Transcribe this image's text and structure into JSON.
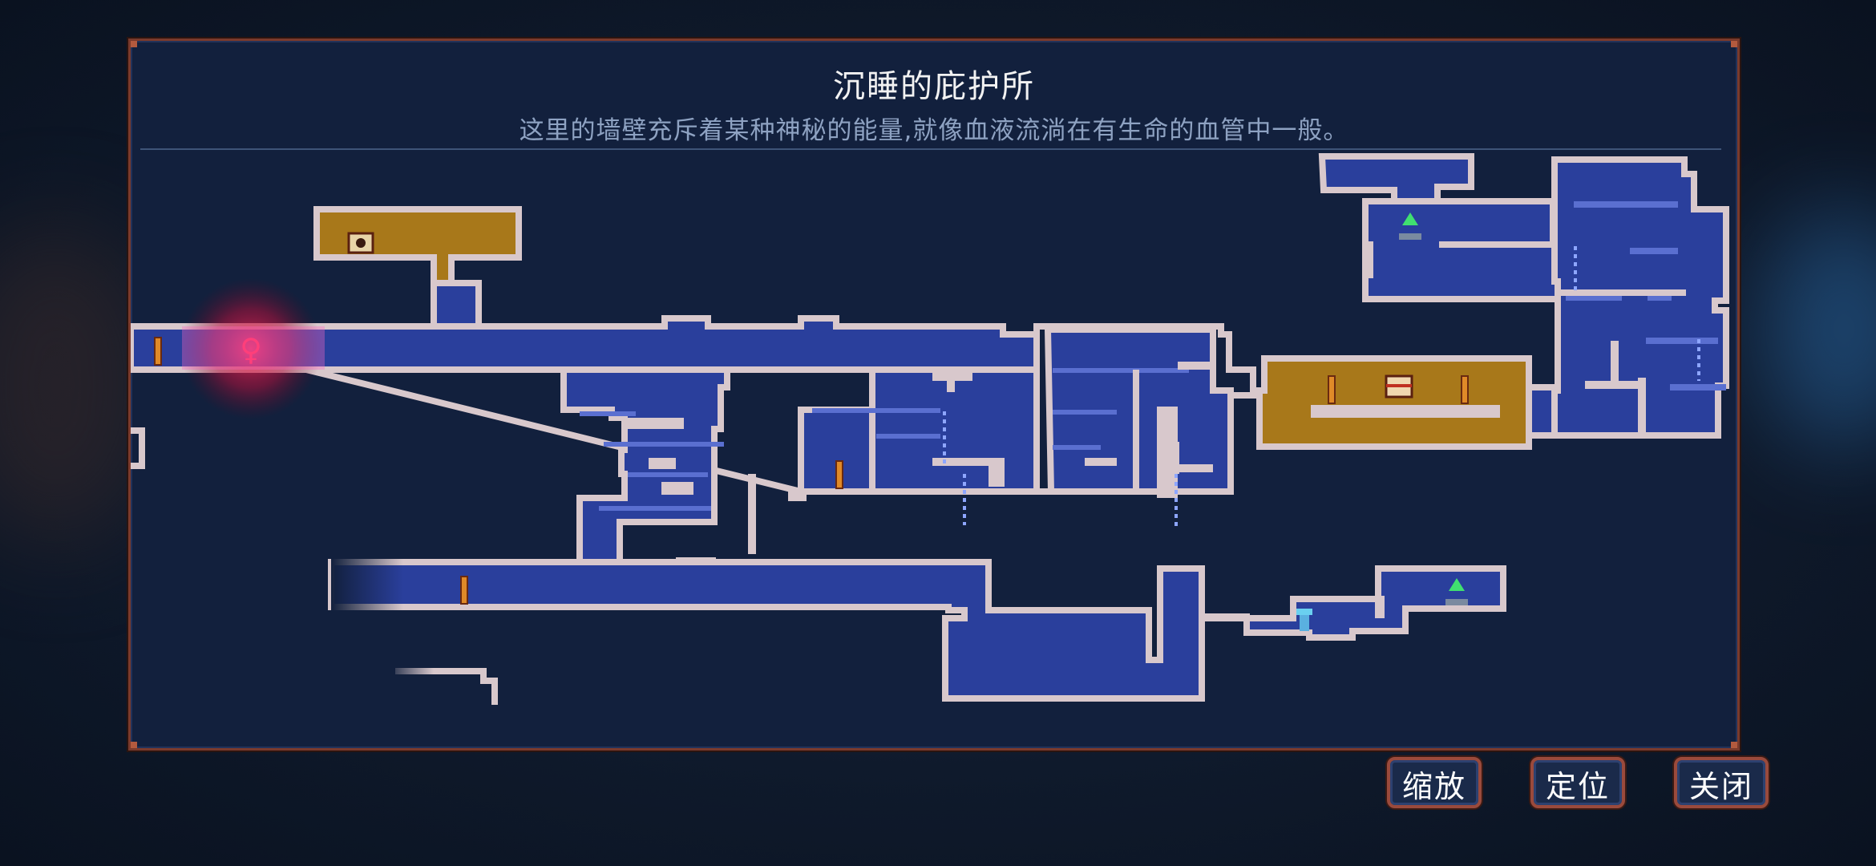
{
  "map_window": {
    "title": "沉睡的庇护所",
    "description": "这里的墙壁充斥着某种神秘的能量,就像血液流淌在有生命的血管中一般。"
  },
  "buttons": {
    "zoom_label": "缩放",
    "locate_label": "定位",
    "close_label": "关闭"
  },
  "colors": {
    "room_explored": "#2a3f9c",
    "room_special": "#a8781a",
    "wall": "#d8c8cc",
    "player_marker": "#ff3f7a",
    "frame": "#9a4a3c"
  },
  "map_icons": [
    "player-marker-icon",
    "treasure-chest-icon",
    "skull-chest-icon",
    "teleporter-icon",
    "npc-statue-icon",
    "door-icon"
  ]
}
